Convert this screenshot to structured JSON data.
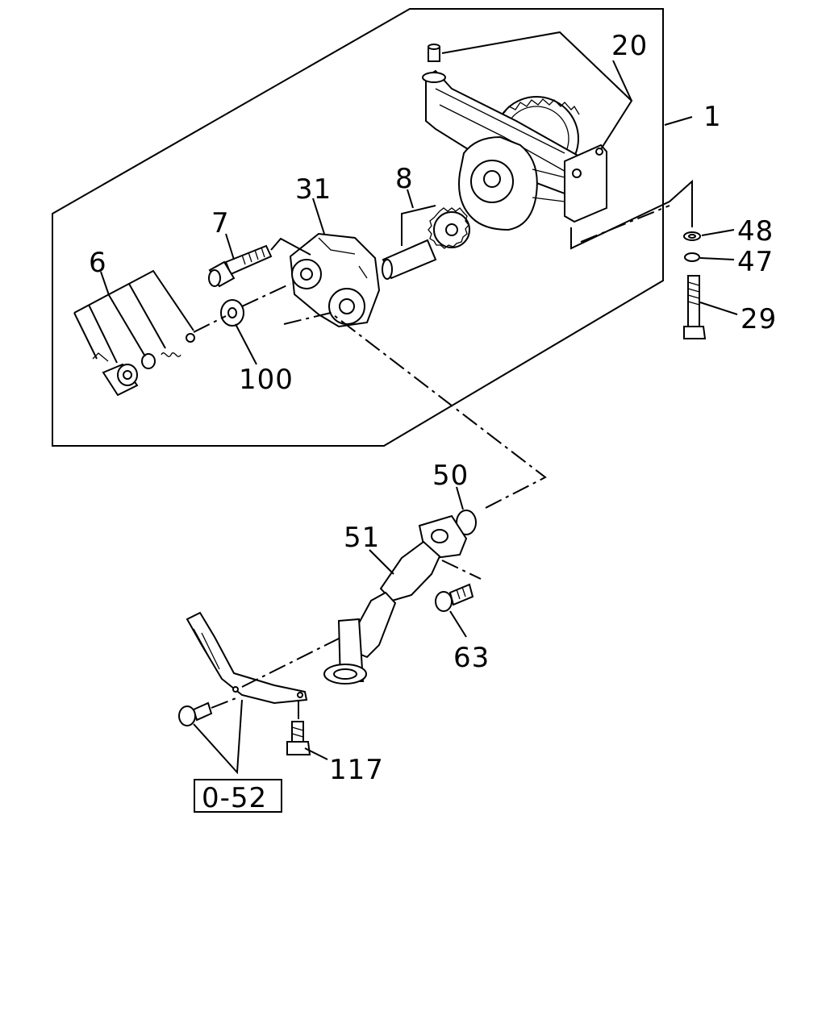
{
  "labels": {
    "p1": "1",
    "p20": "20",
    "p31": "31",
    "p8": "8",
    "p7": "7",
    "p6": "6",
    "p100": "100",
    "p48": "48",
    "p47": "47",
    "p29": "29",
    "p50": "50",
    "p51": "51",
    "p63": "63",
    "p117": "117",
    "ref": "0-52"
  }
}
